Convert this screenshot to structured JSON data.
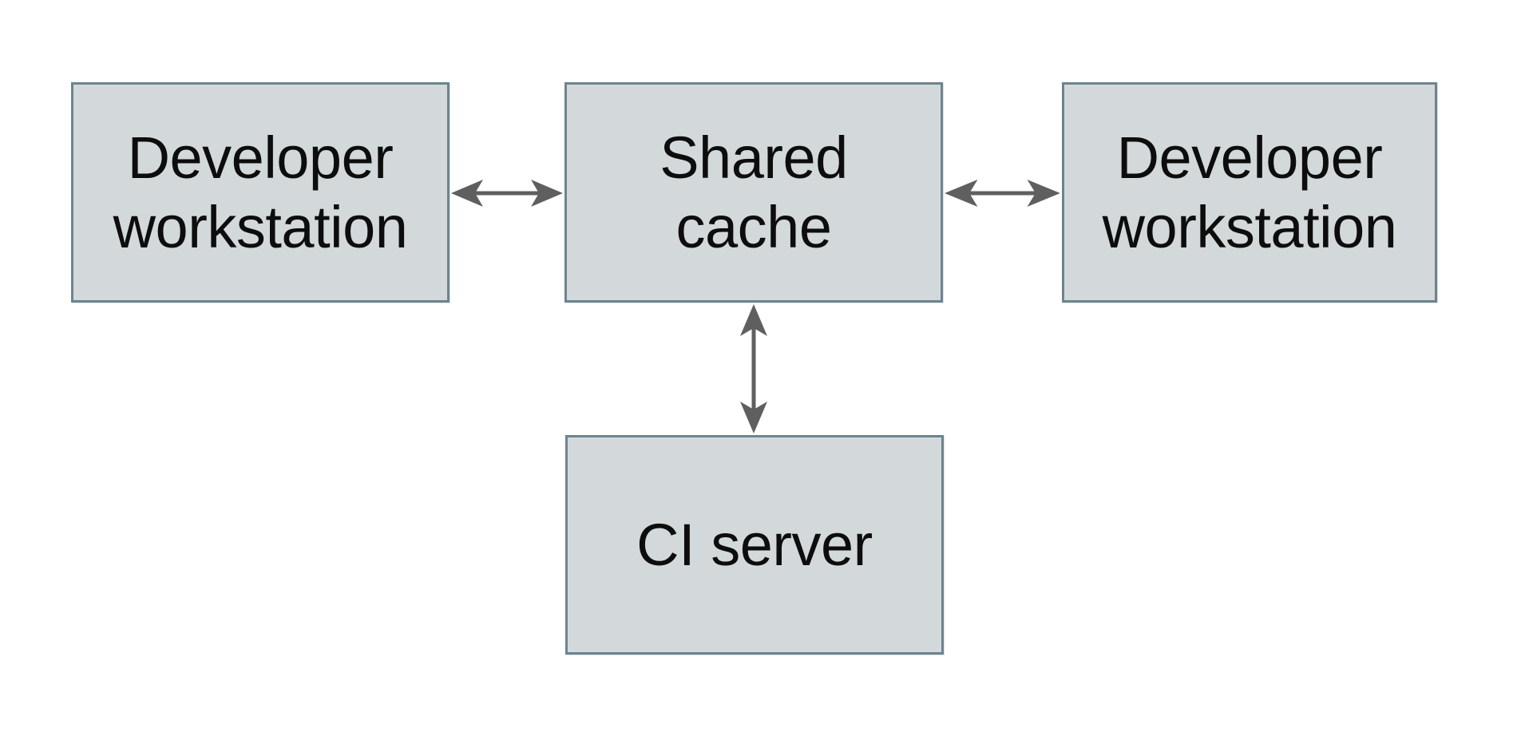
{
  "colors": {
    "background": "#ffffff",
    "node_fill": "#d3d9db",
    "node_border": "#6d848e",
    "arrow_color": "#5f5f5f",
    "text": "#0d0d0d"
  },
  "nodes": {
    "dev_left": {
      "label": "Developer\nworkstation"
    },
    "cache": {
      "label": "Shared\ncache"
    },
    "dev_right": {
      "label": "Developer\nworkstation"
    },
    "ci": {
      "label": "CI server"
    }
  },
  "connections": [
    {
      "from": "Developer workstation (left)",
      "to": "Shared cache",
      "type": "bidirectional"
    },
    {
      "from": "Shared cache",
      "to": "Developer workstation (right)",
      "type": "bidirectional"
    },
    {
      "from": "Shared cache",
      "to": "CI server",
      "type": "bidirectional"
    }
  ]
}
